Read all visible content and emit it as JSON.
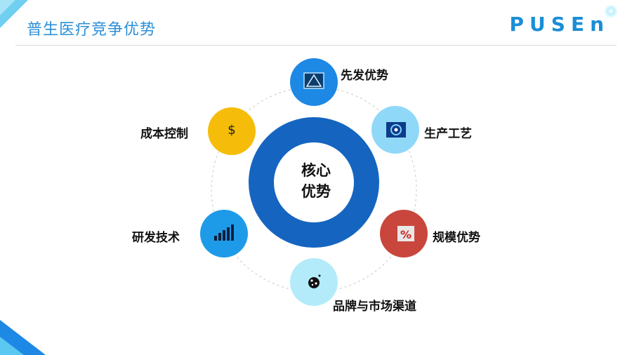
{
  "header": {
    "title": "普生医疗竞争优势",
    "logo": "PUSEn"
  },
  "core": {
    "line1": "核心",
    "line2": "优势"
  },
  "nodes": [
    {
      "label": "先发优势",
      "color": "#1e88e5",
      "icon": "warning-triangle-icon"
    },
    {
      "label": "生产工艺",
      "color": "#90d8f8",
      "icon": "eye-scan-icon"
    },
    {
      "label": "规模优势",
      "color": "#c9463d",
      "icon": "percent-icon"
    },
    {
      "label": "品牌与市场渠道",
      "color": "#b3ebfa",
      "icon": "disco-ball-icon"
    },
    {
      "label": "研发技术",
      "color": "#1e9be8",
      "icon": "bar-chart-icon"
    },
    {
      "label": "成本控制",
      "color": "#f5bd0a",
      "icon": "dollar-icon",
      "glyph": "$"
    }
  ],
  "colors": {
    "ring": "#1565c0",
    "accent": "#2a8fd8"
  }
}
